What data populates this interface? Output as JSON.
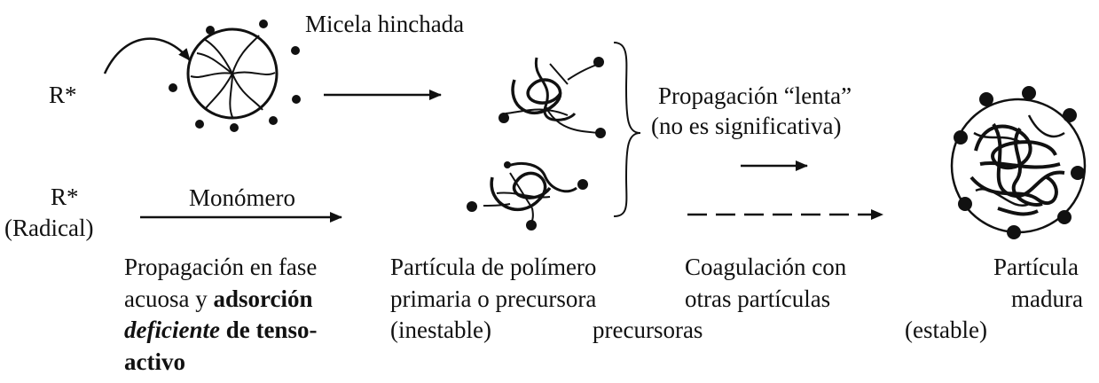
{
  "labels": {
    "micela": "Micela hinchada",
    "r_top": "R*",
    "r_bottom": "R*",
    "radical": "(Radical)",
    "monomero": "Monómero",
    "prop_lenta_1": "Propagación “lenta”",
    "prop_lenta_2": "(no es significativa)",
    "col1_line1": "Propagación en fase",
    "col1_line2_a": "acuosa y ",
    "col1_line2_b": "adsorción",
    "col1_line3_a": "deficiente",
    "col1_line3_b": " de tenso-",
    "col1_line4": "activo",
    "col2_line1": "Partícula de polímero",
    "col2_line2": "primaria o precursora",
    "col2_line3": "(inestable)",
    "col2_line3b": "precursoras",
    "col3_line1": "Coagulación con",
    "col3_line2": "otras partículas",
    "col4_line1": "Partícula",
    "col4_line2": "madura",
    "col4_line3": "(estable)"
  },
  "colors": {
    "ink": "#111111",
    "background": "#ffffff"
  }
}
